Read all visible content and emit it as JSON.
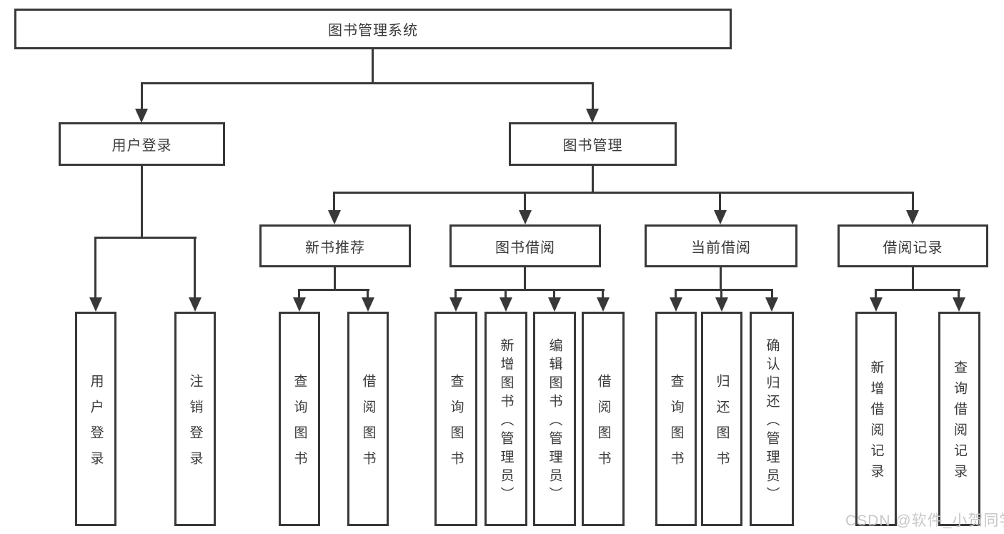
{
  "tree": {
    "root": {
      "label": "图书管理系统"
    },
    "branches": [
      {
        "label": "用户登录",
        "children": [
          {
            "label": "用户登录"
          },
          {
            "label": "注销登录"
          }
        ]
      },
      {
        "label": "图书管理",
        "children": [
          {
            "label": "新书推荐",
            "children": [
              {
                "label": "查询图书"
              },
              {
                "label": "借阅图书"
              }
            ]
          },
          {
            "label": "图书借阅",
            "children": [
              {
                "label": "查询图书"
              },
              {
                "label": "新增图书（管理员）"
              },
              {
                "label": "编辑图书（管理员）"
              },
              {
                "label": "借阅图书"
              }
            ]
          },
          {
            "label": "当前借阅",
            "children": [
              {
                "label": "查询图书"
              },
              {
                "label": "归还图书"
              },
              {
                "label": "确认归还（管理员）"
              }
            ]
          },
          {
            "label": "借阅记录",
            "children": [
              {
                "label": "新增借阅记录"
              },
              {
                "label": "查询借阅记录"
              }
            ]
          }
        ]
      }
    ]
  },
  "watermark": {
    "text": "CSDN @软件_小贺同学"
  },
  "colors": {
    "line": "#383838",
    "box_bg": "#ffffff",
    "text": "#3a3a3a",
    "watermark": "#c8c8c8"
  }
}
